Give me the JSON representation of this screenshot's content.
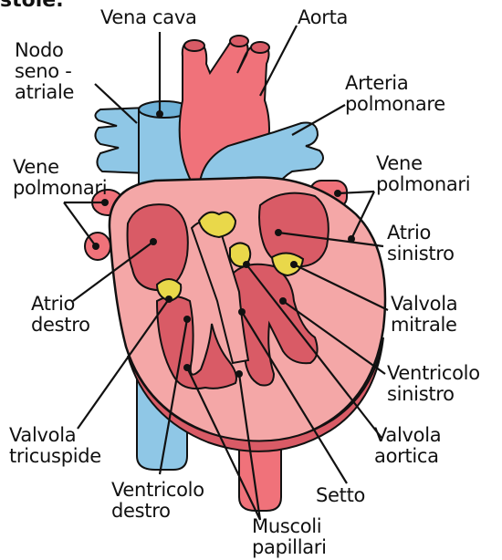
{
  "header_fragment": "stole.",
  "labels": {
    "vena_cava": "Vena cava",
    "aorta": "Aorta",
    "nodo": [
      "Nodo",
      "seno -",
      "atriale"
    ],
    "arteria": [
      "Arteria",
      "polmonare"
    ],
    "vene_sx": [
      "Vene",
      "polmonari"
    ],
    "vene_dx": [
      "Vene",
      "polmonari"
    ],
    "atrio_sin": [
      "Atrio",
      "sinistro"
    ],
    "atrio_des": [
      "Atrio",
      "destro"
    ],
    "valv_mitrale": [
      "Valvola",
      "mitrale"
    ],
    "ventr_sin": [
      "Ventricolo",
      "sinistro"
    ],
    "valv_tric": [
      "Valvola",
      "tricuspide"
    ],
    "valv_aort": [
      "Valvola",
      "aortica"
    ],
    "ventr_des": [
      "Ventricolo",
      "destro"
    ],
    "setto": "Setto",
    "muscoli": [
      "Muscoli",
      "papillari"
    ]
  },
  "colors": {
    "oxygenated": "#f0727a",
    "deoxygenated": "#8fc7e6",
    "muscle": "#f4a7a7",
    "chamber": "#d95b66",
    "valve": "#e9d84a",
    "outline": "#111111"
  }
}
